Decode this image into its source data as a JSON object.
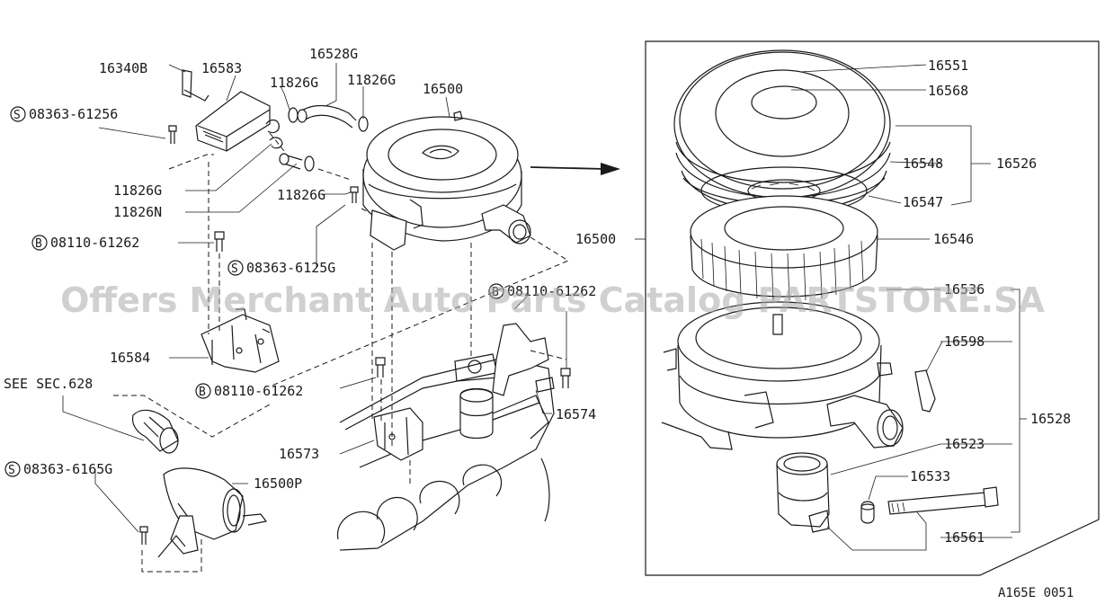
{
  "labels": {
    "l16340B": "16340B",
    "l16583": "16583",
    "l16528G": "16528G",
    "l11826G_a": "11826G",
    "l11826G_b": "11826G",
    "l16500_top": "16500",
    "l08363_61256": "08363-61256",
    "l11826G_c": "11826G",
    "l11826N": "11826N",
    "l11826G_d": "11826G",
    "l08110_61262_a": "08110-61262",
    "l08363_6125G": "08363-6125G",
    "l08110_61262_b": "08110-61262",
    "l16584": "16584",
    "l08110_61262_c": "08110-61262",
    "see_sec": "SEE SEC.628",
    "l16574": "16574",
    "l16573": "16573",
    "l08363_6165G": "08363-6165G",
    "l16500P": "16500P",
    "l16551": "16551",
    "l16568": "16568",
    "l16548": "16548",
    "l16526": "16526",
    "l16547": "16547",
    "l16546": "16546",
    "l16500_side": "16500",
    "l16536": "16536",
    "l16598": "16598",
    "l16528": "16528",
    "l16523": "16523",
    "l16533": "16533",
    "l16561": "16561"
  },
  "symbols": {
    "screw": "S",
    "bolt": "B"
  },
  "diagram_code": "A165E 0051",
  "watermark": "Offers Merchant Auto Parts Catalog PARTSTORE.SA"
}
